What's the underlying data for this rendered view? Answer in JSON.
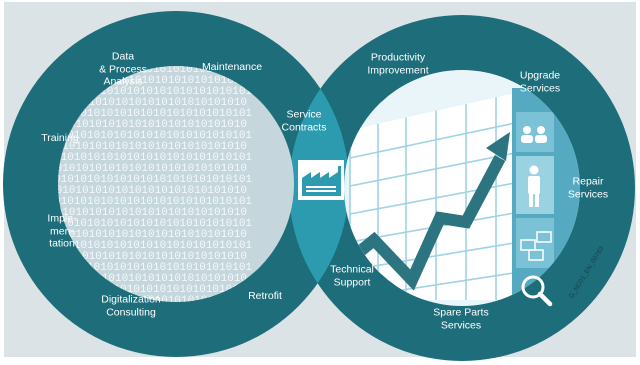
{
  "diagram": {
    "left_ring_labels": {
      "data_process_analysis": "Data\n& Process\nAnalysis",
      "maintenance": "Maintenance",
      "training": "Training",
      "implementation": "Imple-\nmen-\ntation",
      "digitalization_consulting": "Digitalization\nConsulting",
      "retrofit": "Retrofit"
    },
    "overlap_labels": {
      "service_contracts": "Service\nContracts",
      "technical_support": "Technical\nSupport"
    },
    "right_ring_labels": {
      "productivity_improvement": "Productivity\nImprovement",
      "upgrade_services": "Upgrade\nServices",
      "repair_services": "Repair\nServices",
      "spare_parts_services": "Spare Parts\nServices"
    },
    "binary_text": "0101010101",
    "document_code": "G_NC01_EN_00763",
    "icons": [
      "factory-icon",
      "magnifier-icon",
      "people-icon",
      "person-icon",
      "monitors-icon",
      "trend-arrow-icon"
    ],
    "colors": {
      "background_panel": "#dbe3e7",
      "ring_dark": "#1d6d7b",
      "ring_overlap": "#2c9aaf",
      "right_inner_bg": "#e9f5f9",
      "grid_lines": "#9fd3e2",
      "trend_line": "#2c7580"
    }
  }
}
